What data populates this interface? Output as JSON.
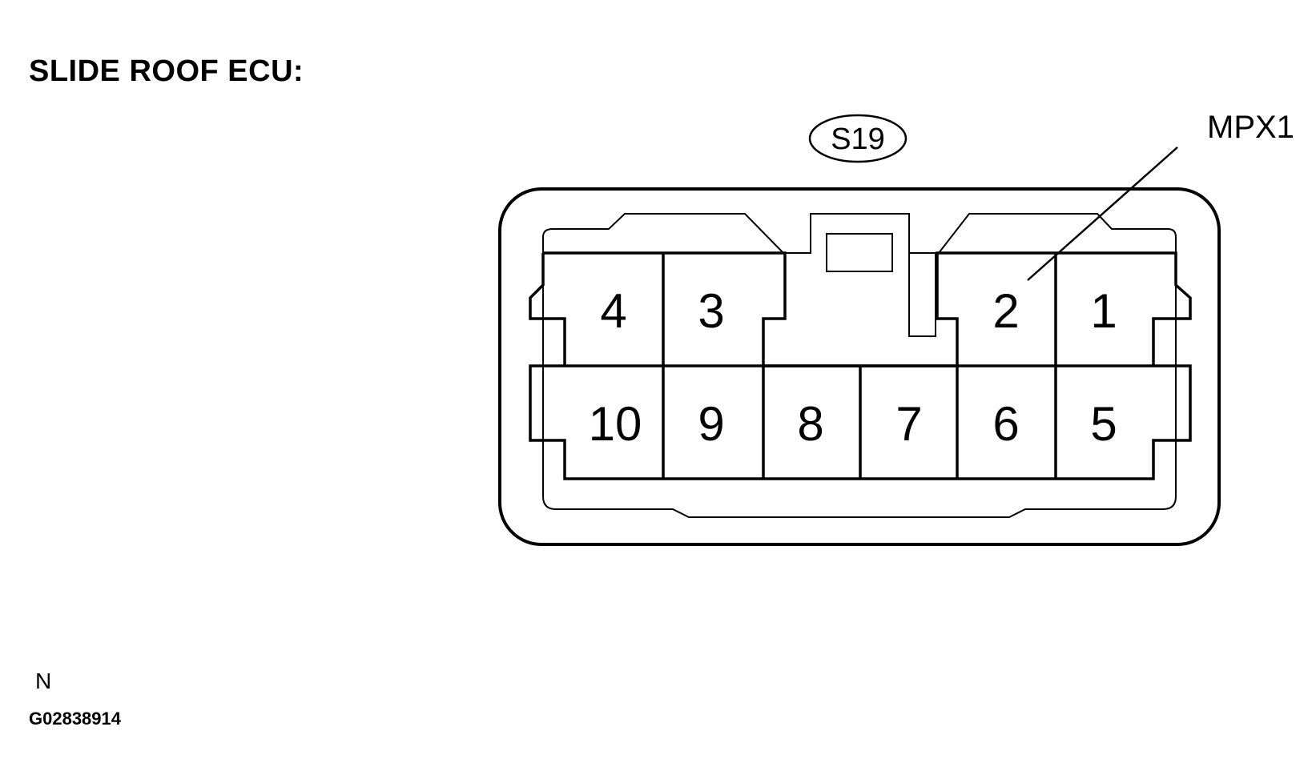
{
  "title": "SLIDE ROOF ECU:",
  "connector": {
    "id": "S19",
    "callout_label": "MPX1",
    "top_row_pins": [
      "4",
      "3",
      "2",
      "1"
    ],
    "bottom_row_pins": [
      "10",
      "9",
      "8",
      "7",
      "6",
      "5"
    ]
  },
  "footer": {
    "letter": "N",
    "code": "G02838914"
  }
}
